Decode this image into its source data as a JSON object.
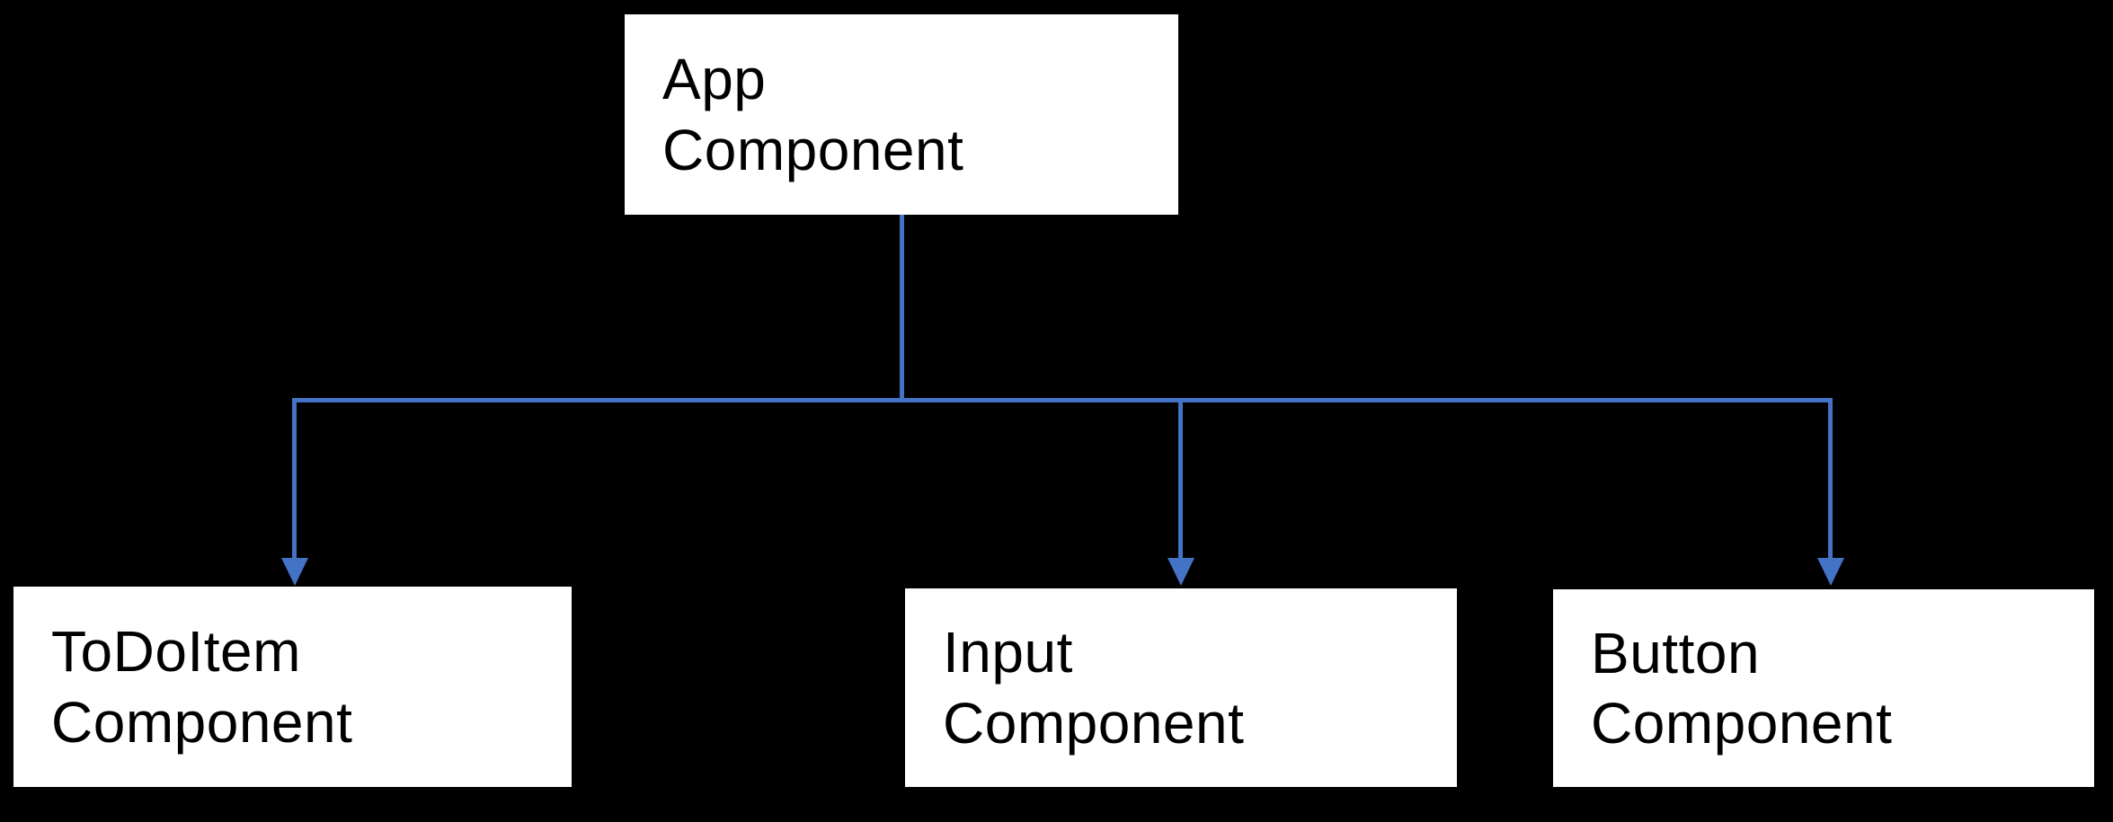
{
  "diagram": {
    "type": "component-hierarchy-tree",
    "root": {
      "label": "App\nComponent"
    },
    "children": [
      {
        "label": "ToDoItem\nComponent"
      },
      {
        "label": "Input\nComponent"
      },
      {
        "label": "Button\nComponent"
      }
    ],
    "edges": [
      {
        "from": "App Component",
        "to": "ToDoItem Component",
        "arrow": "down"
      },
      {
        "from": "App Component",
        "to": "Input Component",
        "arrow": "down"
      },
      {
        "from": "App Component",
        "to": "Button Component",
        "arrow": "down"
      }
    ]
  },
  "colors": {
    "background": "#000000",
    "node_fill": "#ffffff",
    "node_text": "#000000",
    "connector": "#4472C4"
  }
}
